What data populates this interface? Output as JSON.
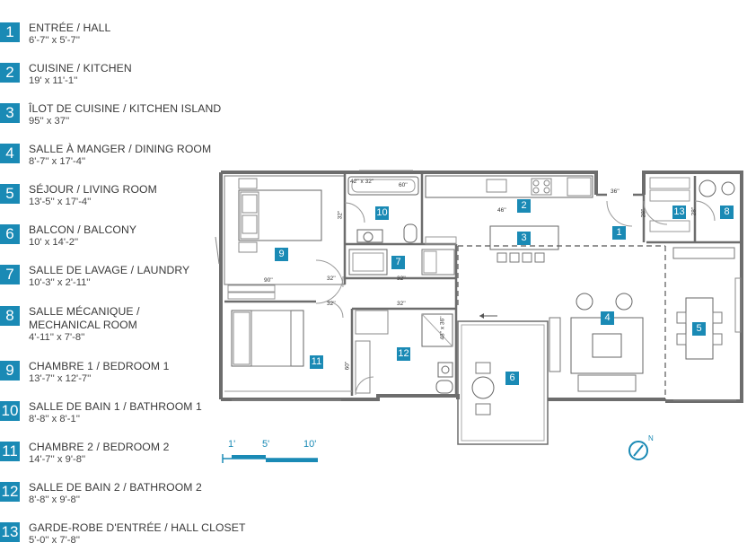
{
  "legend": [
    {
      "num": "1",
      "name": "ENTRÉE / HALL",
      "dim": "6'-7'' x 5'-7''"
    },
    {
      "num": "2",
      "name": "CUISINE / KITCHEN",
      "dim": "19' x 11'-1''"
    },
    {
      "num": "3",
      "name": "ÎLOT DE CUISINE / KITCHEN ISLAND",
      "dim": "95'' x 37''"
    },
    {
      "num": "4",
      "name": "SALLE À MANGER / DINING ROOM",
      "dim": "8'-7'' x 17'-4''"
    },
    {
      "num": "5",
      "name": "SÉJOUR / LIVING ROOM",
      "dim": "13'-5'' x 17'-4''"
    },
    {
      "num": "6",
      "name": "BALCON / BALCONY",
      "dim": "10' x 14'-2''"
    },
    {
      "num": "7",
      "name": "SALLE DE LAVAGE / LAUNDRY",
      "dim": "10'-3'' x 2'-11''"
    },
    {
      "num": "8",
      "name": "SALLE MÉCANIQUE /",
      "name2": "MECHANICAL ROOM",
      "dim": "4'-11'' x 7'-8''"
    },
    {
      "num": "9",
      "name": "CHAMBRE 1 / BEDROOM 1",
      "dim": "13'-7'' x 12'-7''"
    },
    {
      "num": "10",
      "name": "SALLE DE BAIN 1 / BATHROOM 1",
      "dim": "8'-8'' x 8'-1''"
    },
    {
      "num": "11",
      "name": "CHAMBRE 2 / BEDROOM 2",
      "dim": "14'-7'' x 9'-8''"
    },
    {
      "num": "12",
      "name": "SALLE DE BAIN 2 / BATHROOM 2",
      "dim": "8'-8'' x 9'-8''"
    },
    {
      "num": "13",
      "name": "GARDE-ROBE D'ENTRÉE / HALL CLOSET",
      "dim": "5'-0'' x 7'-8''"
    }
  ],
  "plan": {
    "rooms": [
      {
        "num": "1"
      },
      {
        "num": "2"
      },
      {
        "num": "3"
      },
      {
        "num": "4"
      },
      {
        "num": "5"
      },
      {
        "num": "6"
      },
      {
        "num": "7"
      },
      {
        "num": "8"
      },
      {
        "num": "9"
      },
      {
        "num": "10"
      },
      {
        "num": "11"
      },
      {
        "num": "12"
      },
      {
        "num": "13"
      }
    ],
    "dimensions": {
      "bath_tub": "42'' x 32''",
      "bath_60": "60''",
      "bath_32": "32''",
      "kitchen_46": "46''",
      "hall_36": "36''",
      "hall_28a": "28''",
      "closet_28b": "28''",
      "bed1_90": "90''",
      "corr_32a": "32''",
      "corr_32b": "32''",
      "corr_32c": "32''",
      "corr_32d": "32''",
      "bath2_4836": "48'' x 36''",
      "bed2_60": "60''"
    },
    "scale": {
      "s1": "1'",
      "s5": "5'",
      "s10": "10'"
    },
    "north": "N"
  },
  "colors": {
    "accent": "#1a8ab5",
    "wall": "#6d6d6d"
  }
}
